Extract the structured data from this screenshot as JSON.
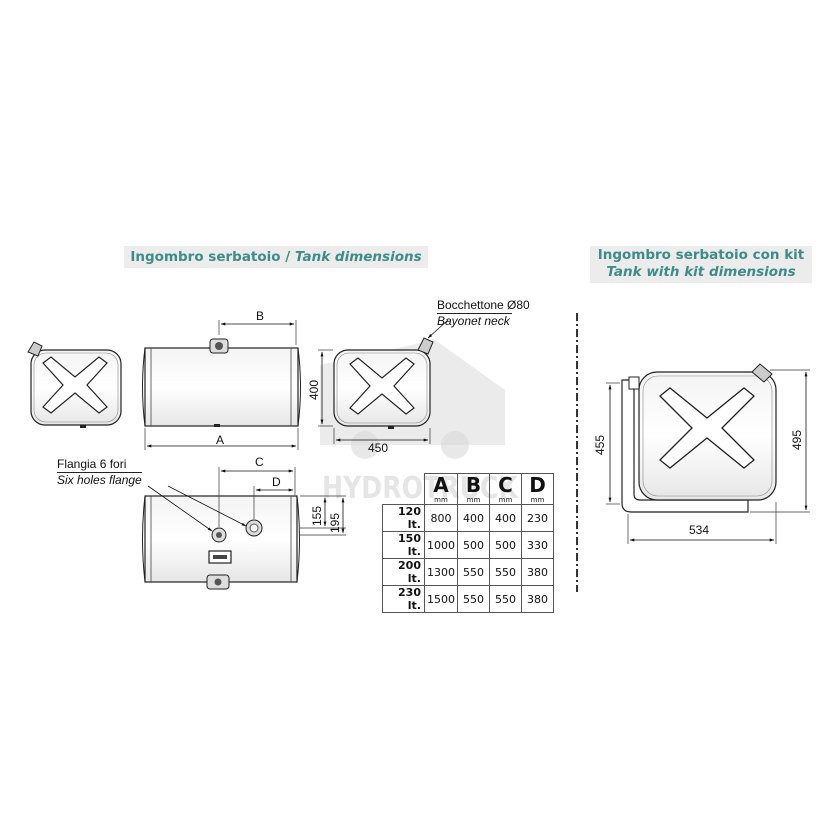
{
  "headers": {
    "left": {
      "it_text": "Ingombro serbatoio",
      "sep": " / ",
      "en_text": "Tank dimensions"
    },
    "right": {
      "it_text": "Ingombro serbatoio con kit",
      "en_text": "Tank with kit dimensions"
    }
  },
  "labels": {
    "neck_it": "Bocchettone Ø80",
    "neck_en": "Bayonet neck",
    "flange_it": "Flangia 6 fori",
    "flange_en": "Six holes flange"
  },
  "dimensions": {
    "B": "B",
    "A": "A",
    "C": "C",
    "D": "D",
    "height_400": "400",
    "width_450": "450",
    "d155": "155",
    "d195": "195",
    "kit_455": "455",
    "kit_495": "495",
    "kit_534": "534"
  },
  "watermark": "HYDROTRUCK",
  "table": {
    "columns": [
      {
        "letter": "A",
        "unit": "mm"
      },
      {
        "letter": "B",
        "unit": "mm"
      },
      {
        "letter": "C",
        "unit": "mm"
      },
      {
        "letter": "D",
        "unit": "mm"
      }
    ],
    "rows": [
      {
        "label": "120 lt.",
        "values": [
          "800",
          "400",
          "400",
          "230"
        ]
      },
      {
        "label": "150 lt.",
        "values": [
          "1000",
          "500",
          "500",
          "330"
        ]
      },
      {
        "label": "200 lt.",
        "values": [
          "1300",
          "550",
          "550",
          "380"
        ]
      },
      {
        "label": "230 lt.",
        "values": [
          "1500",
          "550",
          "550",
          "380"
        ]
      }
    ]
  }
}
